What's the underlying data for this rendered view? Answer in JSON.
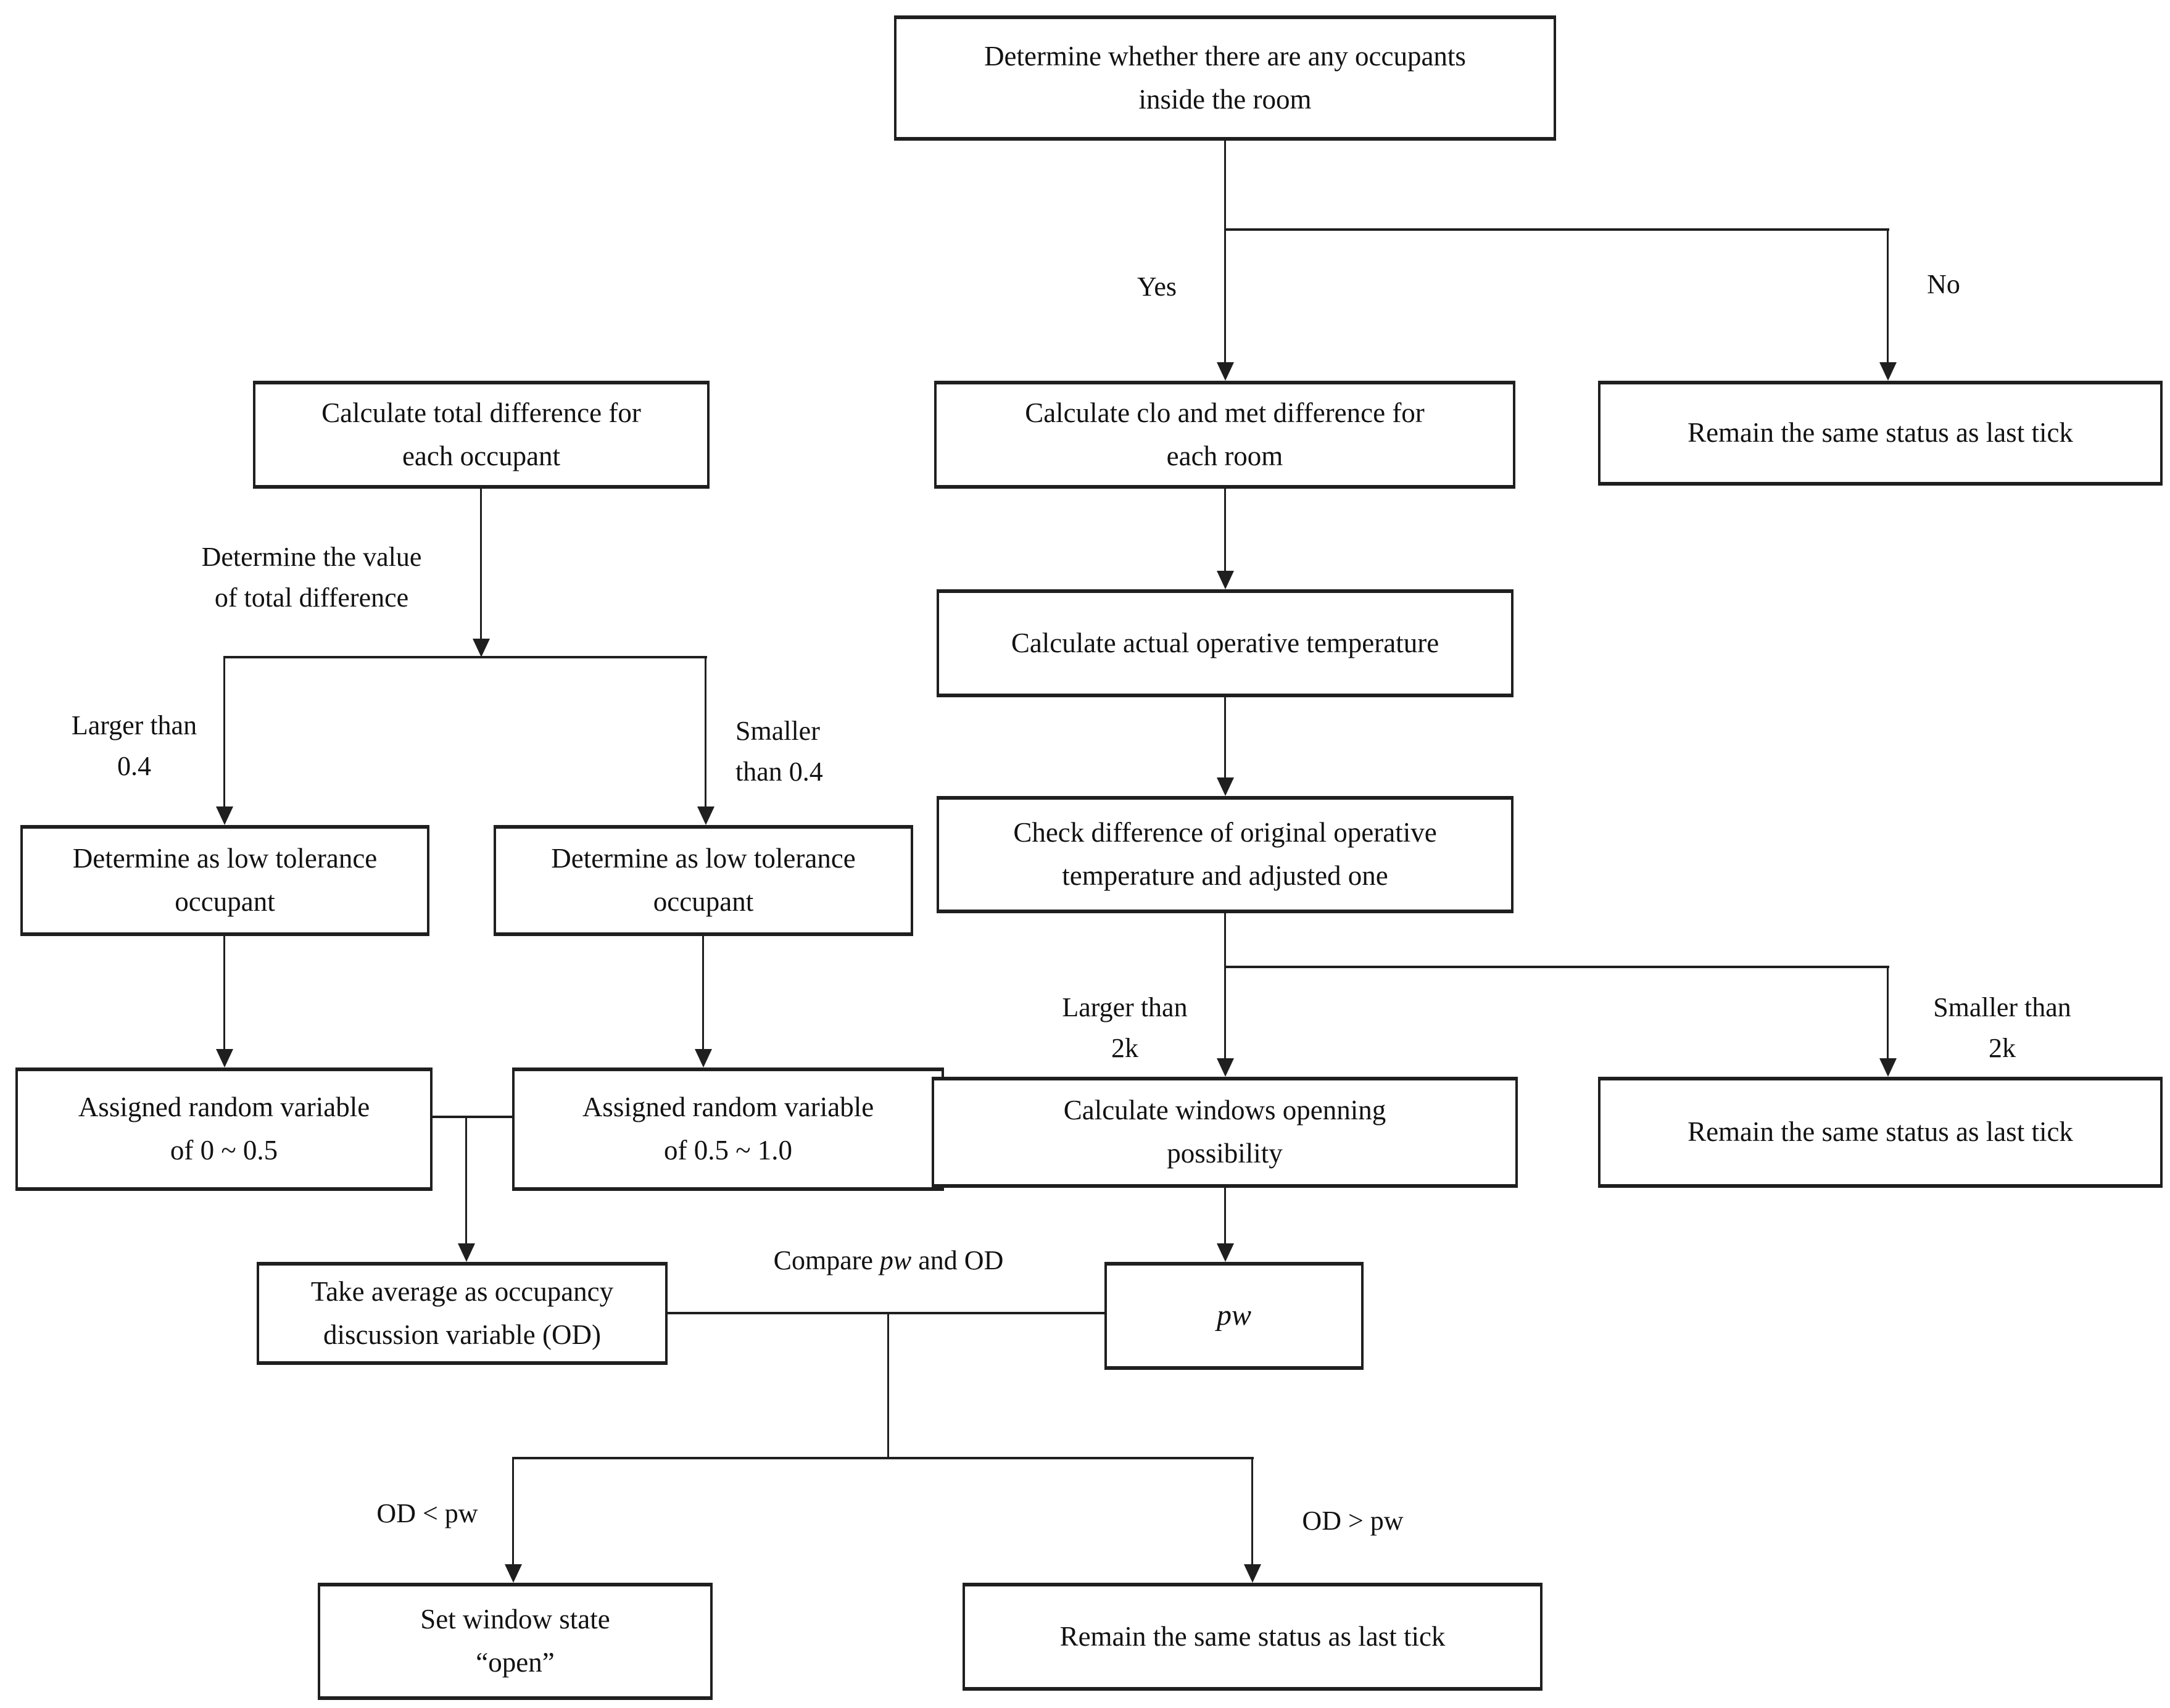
{
  "page": {
    "background": "#ffffff",
    "line_color": "#1f1f1f",
    "text_color": "#121212",
    "figure_type": "flowchart"
  },
  "nodes": {
    "determine_occupants": "Determine whether there are any occupants\ninside the room",
    "calc_clo_met": "Calculate clo and met difference for\neach room",
    "remain_top": "Remain the same status as last tick",
    "calc_total_diff": "Calculate total difference for\neach occupant",
    "calc_op_temp": "Calculate actual operative temperature",
    "check_diff": "Check difference of original operative\ntemperature and adjusted one",
    "low_tol_left": "Determine as low tolerance\noccupant",
    "low_tol_right": "Determine as low tolerance\noccupant",
    "rand_0_05": "Assigned random variable\nof 0 ~ 0.5",
    "rand_05_10": "Assigned random variable\nof 0.5 ~ 1.0",
    "take_avg_od": "Take average as occupancy\ndiscussion variable (OD)",
    "pw": "pw",
    "calc_window": "Calculate windows openning\npossibility",
    "remain_2k": "Remain the same status as last tick",
    "set_open": "Set window state\n“open”",
    "remain_bottom": "Remain the same status as last tick"
  },
  "edge_labels": {
    "yes": "Yes",
    "no": "No",
    "determine_value": "Determine the value\nof total difference",
    "larger_04": "Larger than\n0.4",
    "smaller_04": "Smaller\nthan 0.4",
    "larger_2k": "Larger than\n2k",
    "smaller_2k": "Smaller than\n2k",
    "compare_prefix": "Compare ",
    "compare_pw": "pw",
    "compare_suffix": " and OD",
    "od_lt_prefix": "OD < ",
    "od_gt_prefix": "OD > ",
    "pw_italic": "pw"
  }
}
